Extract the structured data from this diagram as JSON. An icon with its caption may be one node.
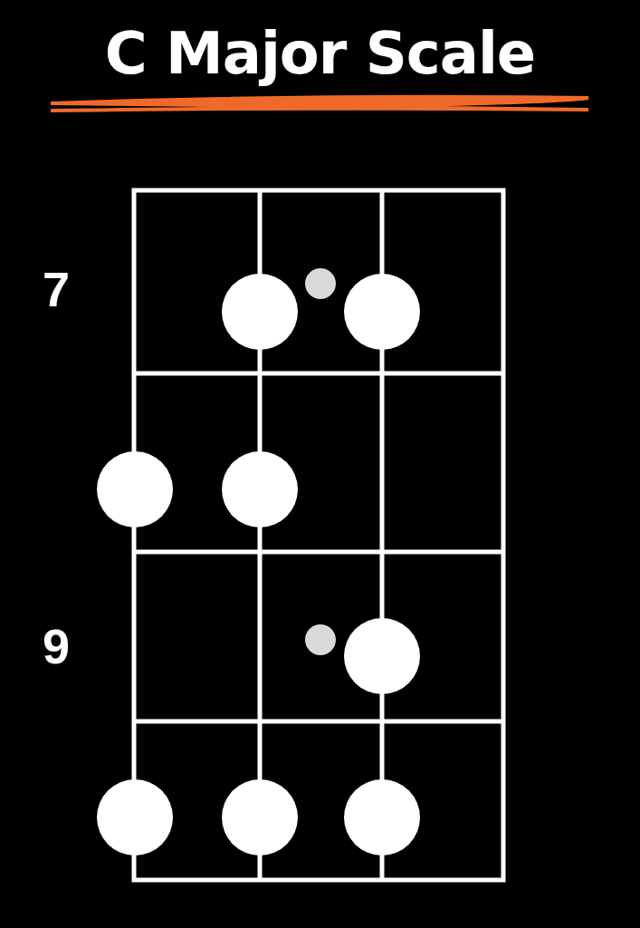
{
  "diagram": {
    "title": "C Major Scale",
    "nodes": [
      {
        "text": [],
        "shape": "bar"
      },
      {
        "text": [],
        "shape": "circle"
      },
      {
        "text": [],
        "shape": "circle"
      },
      {
        "text": [],
        "shape": "circle"
      },
      {
        "text": [],
        "shape": "circle"
      },
      {
        "text": [],
        "shape": "circle"
      },
      {
        "text": [],
        "shape": "circle"
      },
      {
        "text": [],
        "shape": "circle"
      },
      {
        "text": [],
        "shape": "circle"
      },
      {
        "text": [],
        "shape": "circle"
      },
      {
        "text": [],
        "shape": "circle"
      }
    ],
    "labels": [
      "7",
      "9"
    ]
  }
}
